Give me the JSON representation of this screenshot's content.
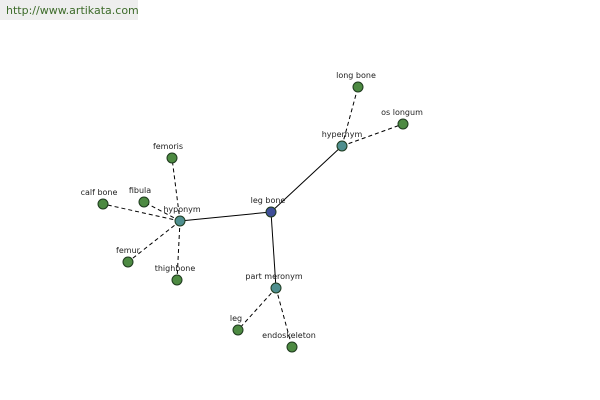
{
  "header": {
    "url": "http://www.artikata.com"
  },
  "colors": {
    "center": "#3f4f99",
    "relation": "#4f8f8f",
    "leaf": "#4d8a42"
  },
  "graph": {
    "nodes": [
      {
        "id": "leg-bone",
        "label": "leg bone",
        "kind": "center"
      },
      {
        "id": "hypernym",
        "label": "hypernym",
        "kind": "relation"
      },
      {
        "id": "hyponym",
        "label": "hyponym",
        "kind": "relation"
      },
      {
        "id": "part-meronym",
        "label": "part meronym",
        "kind": "relation"
      },
      {
        "id": "long-bone",
        "label": "long bone",
        "kind": "leaf"
      },
      {
        "id": "os-longum",
        "label": "os longum",
        "kind": "leaf"
      },
      {
        "id": "femoris",
        "label": "femoris",
        "kind": "leaf"
      },
      {
        "id": "calf-bone",
        "label": "calf bone",
        "kind": "leaf"
      },
      {
        "id": "fibula",
        "label": "fibula",
        "kind": "leaf"
      },
      {
        "id": "femur",
        "label": "femur",
        "kind": "leaf"
      },
      {
        "id": "thighbone",
        "label": "thighbone",
        "kind": "leaf"
      },
      {
        "id": "leg",
        "label": "leg",
        "kind": "leaf"
      },
      {
        "id": "endoskeleton",
        "label": "endoskeleton",
        "kind": "leaf"
      }
    ],
    "edges": [
      {
        "from": "leg-bone",
        "to": "hypernym",
        "style": "solid"
      },
      {
        "from": "leg-bone",
        "to": "hyponym",
        "style": "solid"
      },
      {
        "from": "leg-bone",
        "to": "part-meronym",
        "style": "solid"
      },
      {
        "from": "hypernym",
        "to": "long-bone",
        "style": "dashed"
      },
      {
        "from": "hypernym",
        "to": "os-longum",
        "style": "dashed"
      },
      {
        "from": "hyponym",
        "to": "femoris",
        "style": "dashed"
      },
      {
        "from": "hyponym",
        "to": "calf-bone",
        "style": "dashed"
      },
      {
        "from": "hyponym",
        "to": "fibula",
        "style": "dashed"
      },
      {
        "from": "hyponym",
        "to": "femur",
        "style": "dashed"
      },
      {
        "from": "hyponym",
        "to": "thighbone",
        "style": "dashed"
      },
      {
        "from": "part-meronym",
        "to": "leg",
        "style": "dashed"
      },
      {
        "from": "part-meronym",
        "to": "endoskeleton",
        "style": "dashed"
      }
    ]
  }
}
